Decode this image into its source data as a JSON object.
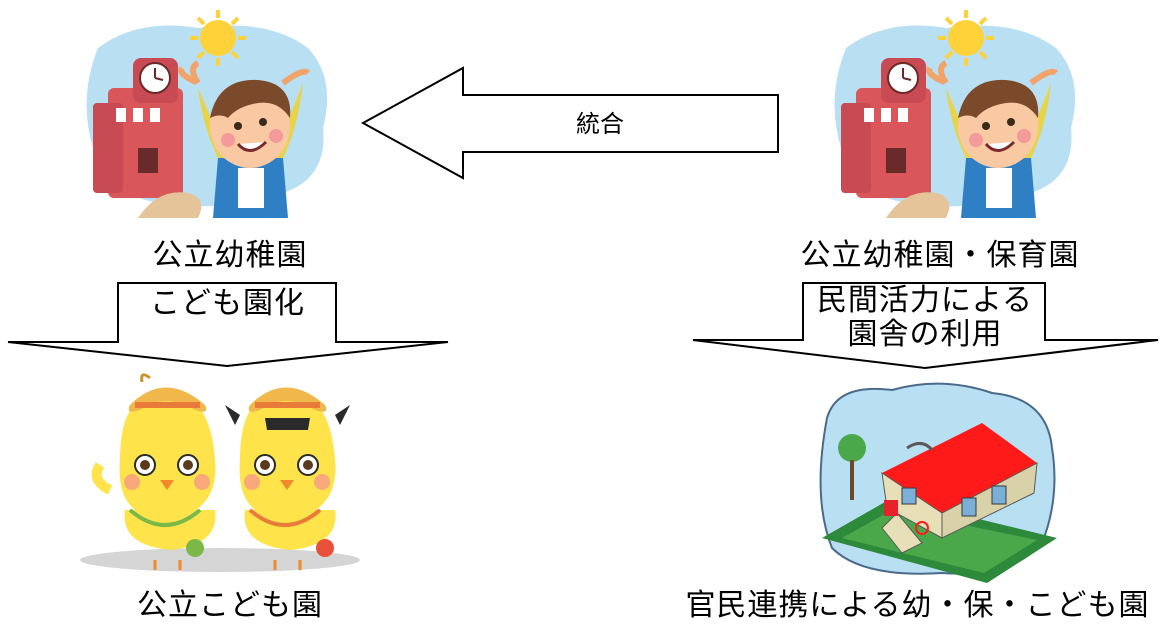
{
  "nodes": {
    "top_left": {
      "label": "公立幼稚園",
      "icon": "school-boy-icon"
    },
    "top_right": {
      "label": "公立幼稚園・保育園",
      "icon": "school-boy-icon"
    },
    "bottom_left": {
      "label": "公立こども園",
      "icon": "chick-children-icon"
    },
    "bottom_right": {
      "label": "官民連携による幼・保・こども園",
      "icon": "house-icon"
    }
  },
  "arrows": {
    "merge": {
      "label": "統合",
      "direction": "left"
    },
    "left_down": {
      "label": "こども園化",
      "direction": "down"
    },
    "right_down": {
      "line1": "民間活力による",
      "line2": "園舎の利用",
      "direction": "down"
    }
  },
  "colors": {
    "arrow_stroke": "#000000",
    "house_roof": "#ff1a1a",
    "sky": "#b9dff2",
    "chick": "#ffe34a"
  }
}
